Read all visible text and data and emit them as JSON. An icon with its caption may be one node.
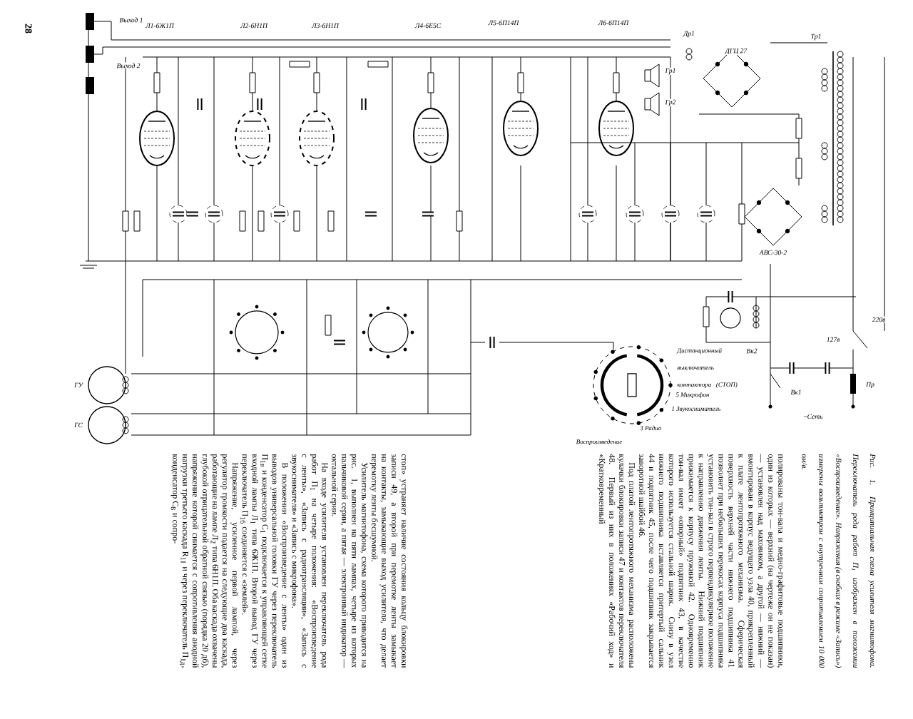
{
  "diagram": {
    "caption": "Рис. 1. Принципиальная схема усилителя магнитофона. Переключатель рода работ П$_{1}$ изображен в положении «Воспроизведение». Напряжения (в скобках в режиме «Запись») измерены вольтметром с внутренним сопротивлением 10 000 ом/в.",
    "labels": [
      "28",
      "Выход 1",
      "Выход 2",
      "Л1-6Ж1П",
      "Л2-6Н1П",
      "Л3-6Н1П",
      "Л4-6Е5С",
      "Л5-6П14П",
      "Л6-6П14П",
      "Др1",
      "Гр1",
      "Гр2",
      "ДГЦ 27",
      "Тр1",
      "АВС-30-2",
      "Вк2",
      "Вк1",
      "127в",
      "220в",
      "Пр",
      "~Сеть",
      "ГУ",
      "ГС",
      "Дистанционный выключатель контактора (СТОП)",
      "5 Микрофон",
      "1 Звукосниматель",
      "3 Радио",
      "Воспроизведение",
      "полированы тон-вала и медно-графитовые подшипники, один из которых — верхний (на чертеже он не показан) — установлен над маховиком, а другой — нижний — вмонтирован в корпус ведущего узла 40, прикрепленный к плате лентопротяжного механизма. Сферическая поверхность верхней части нижнего подшипника 41 позволяет при небольших перекосах корпуса подшипника установить тон-вал в строго перпендикулярное положение к направлению движения ленты. Нижний подшипник прижимается к корпусу пружиной 42. Одновременно тон-вал имеет «опорный» подпятник 43, в качестве которого используется стальной шарик. Снизу в узел нижнего подшипника вставляется притертый сальник 44 и подпятник 45, после чего подшипник закрывается заворотной шайбой 46.",
      "Под платой лентопротяжного механизма расположены кулачки блокировки записи 47 и контактов переключателя 48. Первый из них в положениях «Рабочий ход» и «Кратковременный",
      "стоп» устраняет наличие состояния кольцу блокировки записи 49, а второй при перемотке ленты замыкает на контакты, замыкающие выход усилителя, что делает перемотку ленты бесшумной.",
      "Усилитель магнитофона, схема которого приводится на рис. 1, выполнен на пяти лампах, четыре из которых пальчиковой серии, а пятая — электронный индикатор — октальной серии.",
      "На входе усилителя установлен переключатель рода работ П$_{1}$ на четыре положения: «Воспроизведение с ленты», «Запись с радиотрансляции», «Запись с звукоснимателя» и «Запись с микрофона».",
      "В положении «Воспроизведение с ленты» один из выводов универсальной головки ГУ через переключатель П$_{1в}$ и конденсатор С$_{1}$ подключается к управляющей сетке входной лампы Л$_{1}$ типа 6Ж1П. Второй вывод ГУ через переключатель П$_{1б}$ соединяется с «землей».",
      "Напряжение, усиленное первой лампой, через регулятор громкости подается на следующие два каскада, работающие на лампе Л$_{2}$ типа 6Н1П. Оба каскада охвачены глубокой отрицательной обратной связью (порядка 20 дб), напряжение которой снимается с сопротивления анодной нагрузки третьего каскада R$_{11}$ и через переключатель П$_{1д}$, конденсатор С$_{8}$ и сопро-"
    ]
  }
}
